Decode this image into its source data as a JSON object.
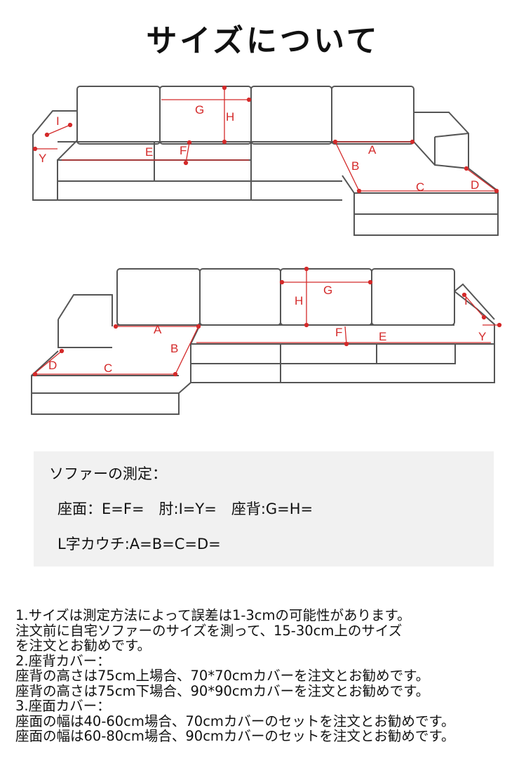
{
  "title": "サイズについて",
  "diagram_top": {
    "labels": {
      "I": "I",
      "Y": "Y",
      "E": "E",
      "F": "F",
      "G": "G",
      "H": "H",
      "A": "A",
      "B": "B",
      "C": "C",
      "D": "D"
    }
  },
  "diagram_bottom": {
    "labels": {
      "I": "I",
      "Y": "Y",
      "E": "E",
      "F": "F",
      "G": "G",
      "H": "H",
      "A": "A",
      "B": "B",
      "C": "C",
      "D": "D"
    }
  },
  "measure_box": {
    "heading": "ソファーの測定：",
    "line1": "座面：E=F=　肘:I=Y=　座背:G=H=",
    "line2": "L字カウチ:A=B=C=D="
  },
  "notes": [
    "1.サイズは測定方法によって誤差は1-3cmの可能性があります。",
    "注文前に自宅ソファーのサイズを測って、15-30cm上のサイズ",
    "を注文とお勧めです。",
    "2.座背カバー：",
    "座背の高さは75cm上場合、70*70cmカバーを注文とお勧めです。",
    "座背の高さは75cm下場合、90*90cmカバーを注文とお勧めです。",
    "3.座面カバー：",
    "座面の幅は40-60cm場合、70cmカバーのセットを注文とお勧めです。",
    "座面の幅は60-80cm場合、90cmカバーのセットを注文とお勧めです。"
  ],
  "colors": {
    "line": "#555555",
    "accent": "#d42a2a",
    "box": "#f1f1f1"
  }
}
